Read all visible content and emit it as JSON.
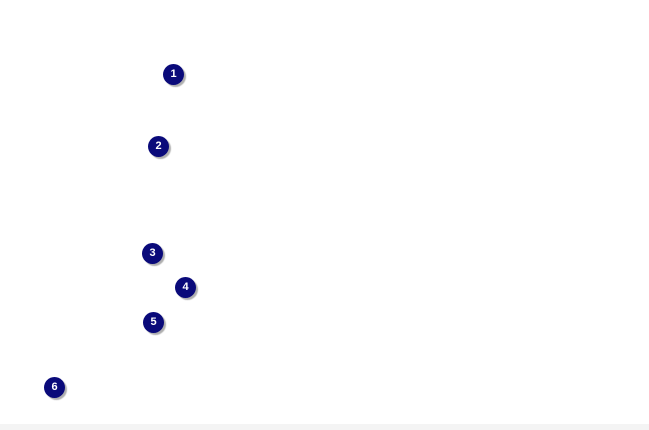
{
  "callouts": [
    {
      "label": "1"
    },
    {
      "label": "2"
    },
    {
      "label": "3"
    },
    {
      "label": "4"
    },
    {
      "label": "5"
    },
    {
      "label": "6"
    }
  ],
  "colors": {
    "callout_fill": "#0a0a7a",
    "callout_text": "#ffffff",
    "background": "#ffffff"
  }
}
